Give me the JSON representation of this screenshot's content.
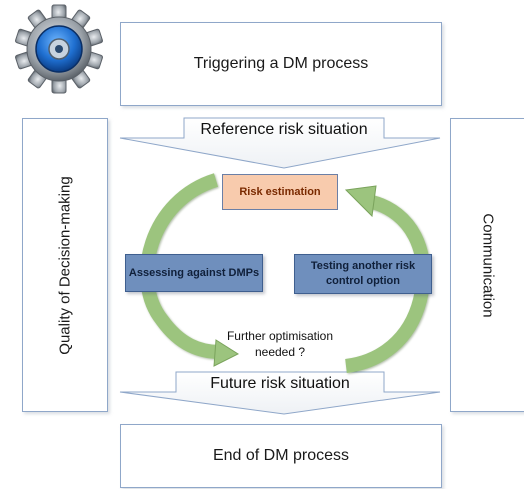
{
  "boxes": {
    "top": "Triggering a DM process",
    "bottom": "End of DM process",
    "left": "Quality of Decision-making",
    "right": "Communication"
  },
  "arrows": {
    "reference": "Reference risk situation",
    "future": "Future risk situation"
  },
  "cycle": {
    "center": "Risk estimation",
    "left": "Assessing against DMPs",
    "right_line1": "Testing another risk",
    "right_line2": "control option",
    "note_line1": "Further optimisation",
    "note_line2": "needed ?"
  },
  "colors": {
    "cycle_arrow": "#9cc47e",
    "process_box": "#6f8fbd",
    "estimation_box": "#f8cbad",
    "gear_icon": "#8a8f96"
  }
}
